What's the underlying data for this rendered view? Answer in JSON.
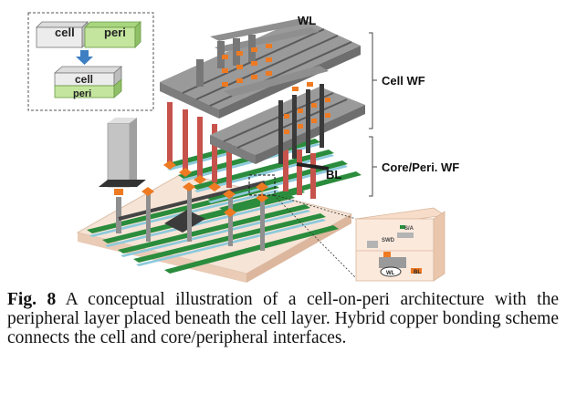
{
  "figure": {
    "inset": {
      "top_left": "cell",
      "top_right": "peri",
      "bottom_top": "cell",
      "bottom_bottom": "peri"
    },
    "labels": {
      "wl": "WL",
      "bl": "BL",
      "cell_wf": "Cell WF",
      "core_peri_wf": "Core/Peri. WF"
    },
    "detail": {
      "sa": "S/A",
      "swd": "SWD",
      "wl": "WL",
      "bl": "BL"
    },
    "colors": {
      "wordline": "#8f8f8f",
      "pillar": "#c6534b",
      "pad": "#ee7a22",
      "line_green": "#2a8c3c",
      "line_blue": "#8cc9dc",
      "base": "#f6e4d6",
      "dark_block": "#3b3b3b"
    }
  },
  "caption": {
    "label": "Fig. 8",
    "text": " A conceptual illustration of a cell-on-peri architecture with the peripheral layer placed beneath the cell layer. Hybrid copper bonding scheme connects the cell and core/peripheral interfaces."
  }
}
